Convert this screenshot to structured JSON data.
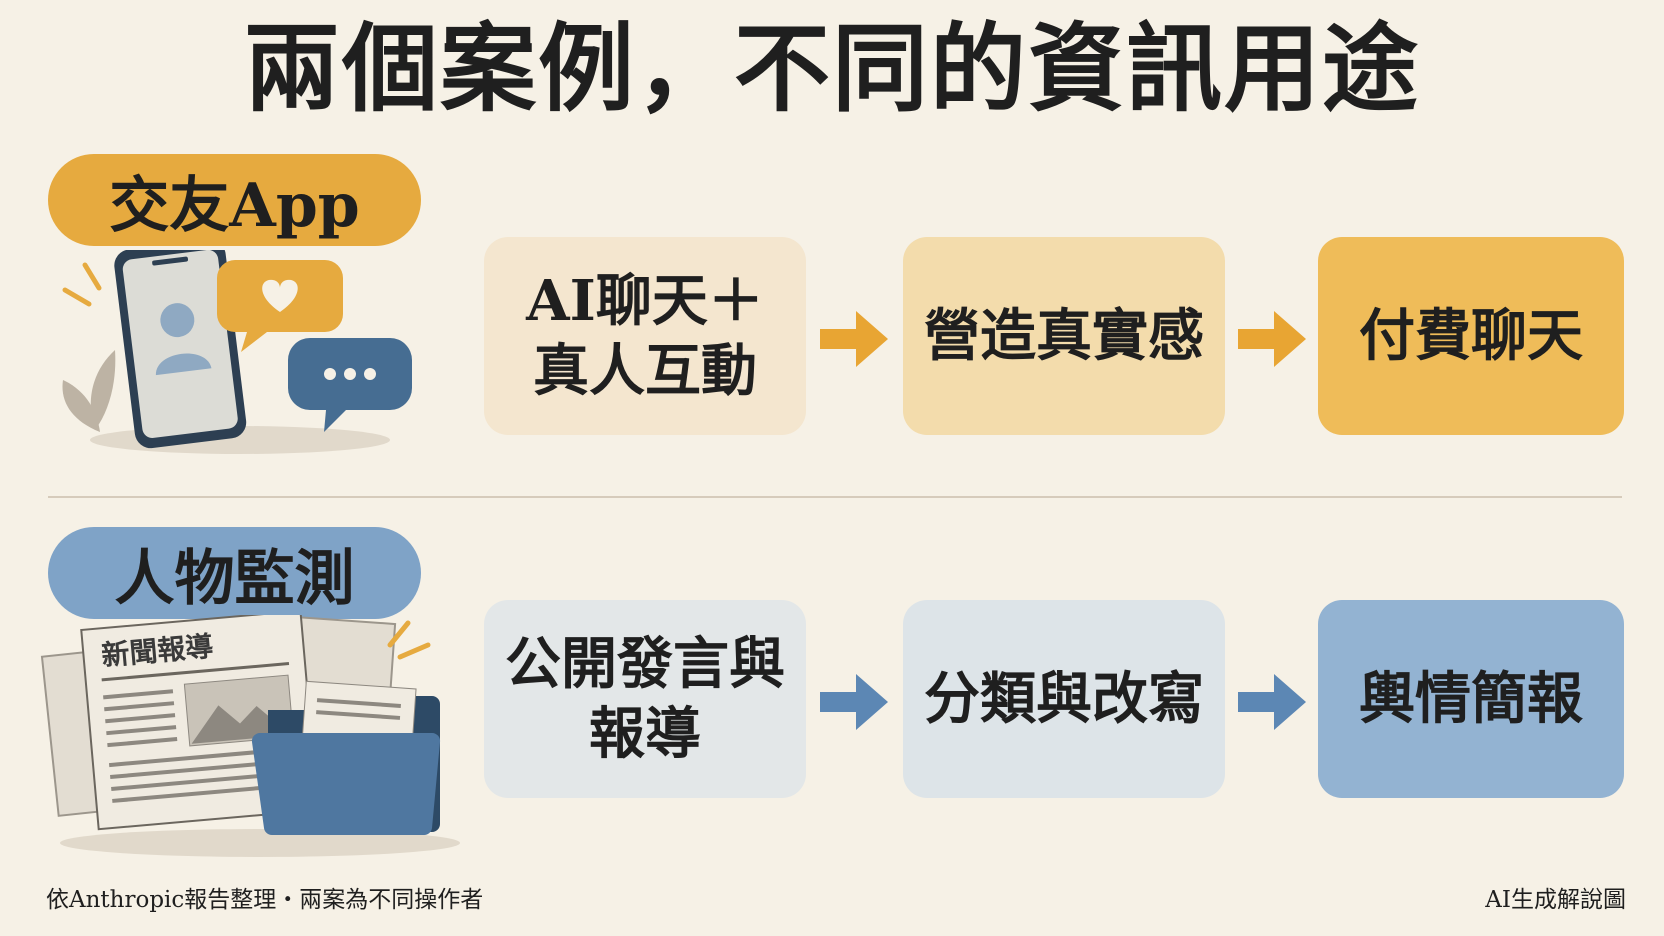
{
  "title": "兩個案例，不同的資訊用途",
  "cases": [
    {
      "label": "交友App",
      "steps": [
        "AI聊天＋\n真人互動",
        "營造真實感",
        "付費聊天"
      ]
    },
    {
      "label": "人物監測",
      "steps": [
        "公開發言與\n報導",
        "分類與改寫",
        "輿情簡報"
      ]
    }
  ],
  "illustrations": {
    "newspaper_heading": "新聞報導"
  },
  "footer": {
    "source": "依Anthropic報告整理・兩案為不同操作者",
    "note": "AI生成解說圖"
  },
  "colors": {
    "background": "#f6f1e6",
    "dating_accent": "#e6aa3f",
    "monitor_accent": "#7fa3c7",
    "arrow_orange": "#e8a533",
    "arrow_blue": "#5c87b4"
  }
}
